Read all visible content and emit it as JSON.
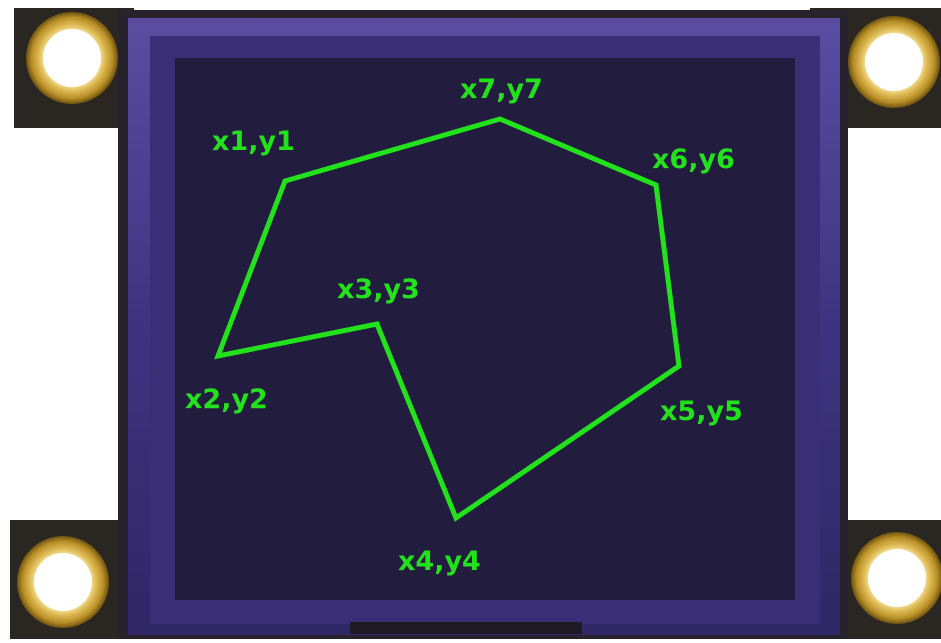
{
  "colors": {
    "screen_background": "#221c3e",
    "bezel": "#4a3c86",
    "pcb": "#2a2622",
    "polygon_stroke": "#22e21c",
    "label_text": "#22e21c",
    "gold_ring": "#d9b64c"
  },
  "polygon": {
    "vertex_labels": [
      "x1,y1",
      "x2,y2",
      "x3,y3",
      "x4,y4",
      "x5,y5",
      "x6,y6",
      "x7,y7"
    ]
  },
  "icons": {
    "mount_hole": "mounting-hole-icon"
  }
}
